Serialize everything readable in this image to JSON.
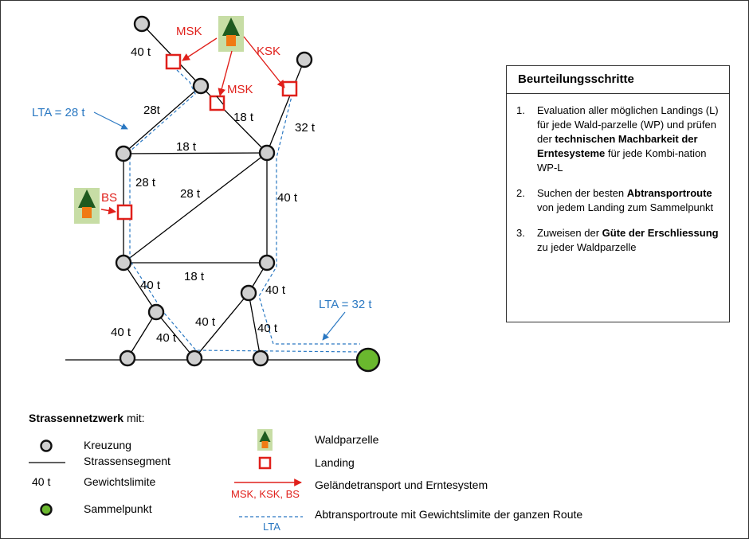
{
  "colors": {
    "network": "#000000",
    "node_fill": "#cfcfcf",
    "collection_point": "#6ab82e",
    "landing": "#e0201b",
    "transport_arrow": "#e0201b",
    "route": "#2a78c2",
    "forest_bg": "#c7dda5",
    "tree_crown": "#1f5a1f",
    "tree_trunk": "#f07a14"
  },
  "edge_labels": {
    "top_left": "40 t",
    "upper_left_diag": "28t",
    "upper_right_diag": "18 t",
    "right_upper": "32 t",
    "middle_top": "18 t",
    "left_vertical": "28 t",
    "center_diag": "28 t",
    "right_vertical": "40 t",
    "middle_bottom": "18 t",
    "lower_left": "40 t",
    "lower_right": "40 t",
    "bottom_center_diag": "40 t",
    "bottom_right_diag": "40 t",
    "bottom_left": "40 t",
    "bottom_left2": "40 t"
  },
  "transport_labels": {
    "msk_top": "MSK",
    "msk_mid": "MSK",
    "ksk": "KSK",
    "bs": "BS"
  },
  "route_labels": {
    "lta_left": "LTA = 28 t",
    "lta_right": "LTA = 32 t"
  },
  "panel": {
    "title": "Beurteilungsschritte",
    "steps": [
      {
        "num": "1.",
        "text_a": "Evaluation aller möglichen Landings (L) für jede Wald-parzelle (WP) und prüfen der ",
        "bold": "technischen Machbarkeit der Erntesysteme",
        "text_b": " für jede Kombi-nation WP-L"
      },
      {
        "num": "2.",
        "text_a": "Suchen der besten ",
        "bold": "Abtransportroute",
        "text_b": " von jedem Landing zum Sammelpunkt"
      },
      {
        "num": "3.",
        "text_a": "Zuweisen der ",
        "bold": "Güte der Erschliessung",
        "text_b": " zu jeder Waldparzelle"
      }
    ]
  },
  "legend": {
    "heading_bold": "Strassennetzwerk",
    "heading_rest": " mit:",
    "kreuzung": "Kreuzung",
    "segment": "Strassensegment",
    "weight_sample": "40 t",
    "weight": "Gewichtslimite",
    "sammelpunkt": "Sammelpunkt",
    "waldparzelle": "Waldparzelle",
    "landing": "Landing",
    "arrow_sample": "MSK, KSK, BS",
    "arrow_desc": "Geländetransport und Erntesystem",
    "lta_sample": "LTA",
    "lta_desc": "Abtransportroute mit Gewichtslimite der ganzen Route"
  }
}
